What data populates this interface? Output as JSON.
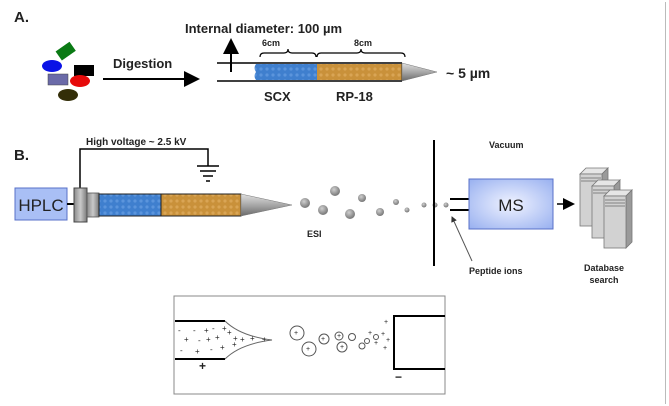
{
  "panel_a": {
    "label": "A.",
    "digestion_label": "Digestion",
    "diameter_label": "Internal diameter: 100 µm",
    "scx_length": "6cm",
    "rp_length": "8cm",
    "scx_label": "SCX",
    "rp_label": "RP-18",
    "tip_label": "~ 5 µm",
    "colors": {
      "scx": "#3f7fce",
      "rp": "#c9913a"
    }
  },
  "panel_b": {
    "label": "B.",
    "voltage_label": "High voltage ~ 2.5 kV",
    "hplc_label": "HPLC",
    "esi_label": "ESI",
    "vacuum_label": "Vacuum",
    "ms_label": "MS",
    "peptide_label": "Peptide ions",
    "database_label_line1": "Database",
    "database_label_line2": "search",
    "colors": {
      "hplc": "#a9bff5",
      "ms": "#a9bff5"
    }
  },
  "inset": {
    "plus_label": "+",
    "minus_label": "−"
  }
}
